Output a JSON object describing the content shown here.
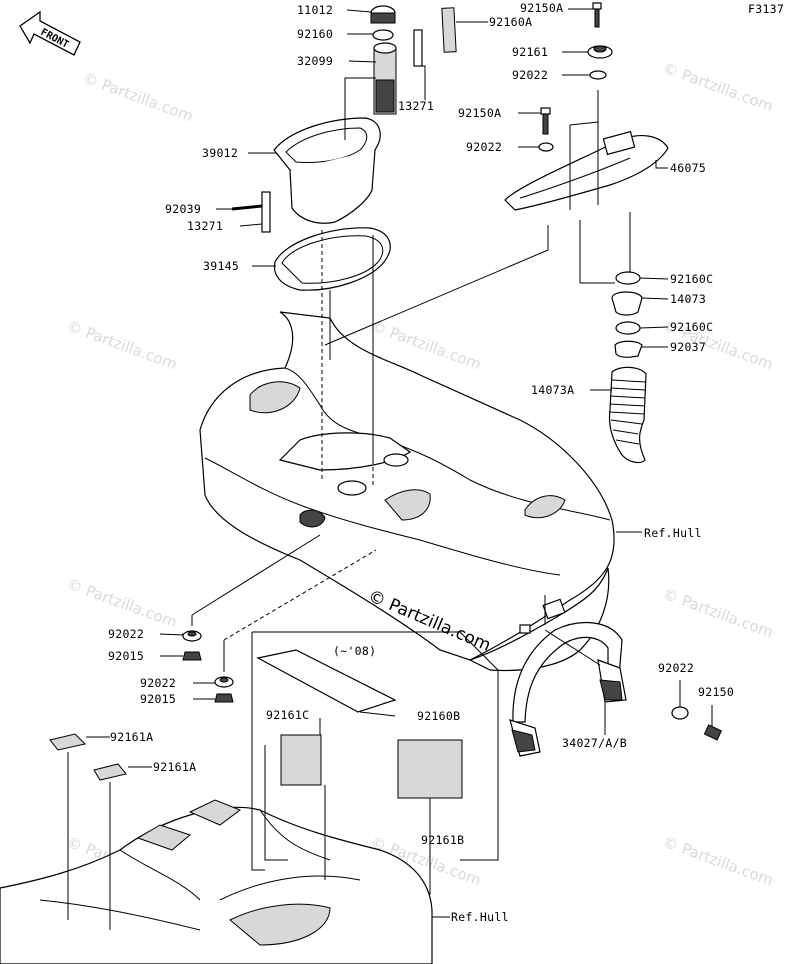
{
  "figure_code": "F3137",
  "front_label": "FRONT",
  "model_note": "(~'08)",
  "watermark_main": "© Partzilla.com",
  "watermark_tile": "© Partzilla.com",
  "parts": [
    {
      "id": "p11012",
      "label": "11012"
    },
    {
      "id": "p92160",
      "label": "92160"
    },
    {
      "id": "p32099",
      "label": "32099"
    },
    {
      "id": "p13271a",
      "label": "13271"
    },
    {
      "id": "p39012",
      "label": "39012"
    },
    {
      "id": "p92039",
      "label": "92039"
    },
    {
      "id": "p13271b",
      "label": "13271"
    },
    {
      "id": "p39145",
      "label": "39145"
    },
    {
      "id": "p92150A_top",
      "label": "92150A"
    },
    {
      "id": "p92160A",
      "label": "92160A"
    },
    {
      "id": "p92161",
      "label": "92161"
    },
    {
      "id": "p92022_a",
      "label": "92022"
    },
    {
      "id": "p92150A_mid",
      "label": "92150A"
    },
    {
      "id": "p92022_b",
      "label": "92022"
    },
    {
      "id": "p46075",
      "label": "46075"
    },
    {
      "id": "p92160C_a",
      "label": "92160C"
    },
    {
      "id": "p14073",
      "label": "14073"
    },
    {
      "id": "p92160C_b",
      "label": "92160C"
    },
    {
      "id": "p92037",
      "label": "92037"
    },
    {
      "id": "p14073A",
      "label": "14073A"
    },
    {
      "id": "pRefHull_a",
      "label": "Ref.Hull"
    },
    {
      "id": "p92022_c",
      "label": "92022"
    },
    {
      "id": "p92015_a",
      "label": "92015"
    },
    {
      "id": "p92022_d",
      "label": "92022"
    },
    {
      "id": "p92015_b",
      "label": "92015"
    },
    {
      "id": "p92022_e",
      "label": "92022"
    },
    {
      "id": "p92150",
      "label": "92150"
    },
    {
      "id": "p34027",
      "label": "34027/A/B"
    },
    {
      "id": "p92161C",
      "label": "92161C"
    },
    {
      "id": "p92160B",
      "label": "92160B"
    },
    {
      "id": "p92161A_a",
      "label": "92161A"
    },
    {
      "id": "p92161A_b",
      "label": "92161A"
    },
    {
      "id": "p92161B",
      "label": "92161B"
    },
    {
      "id": "pRefHull_b",
      "label": "Ref.Hull"
    }
  ]
}
